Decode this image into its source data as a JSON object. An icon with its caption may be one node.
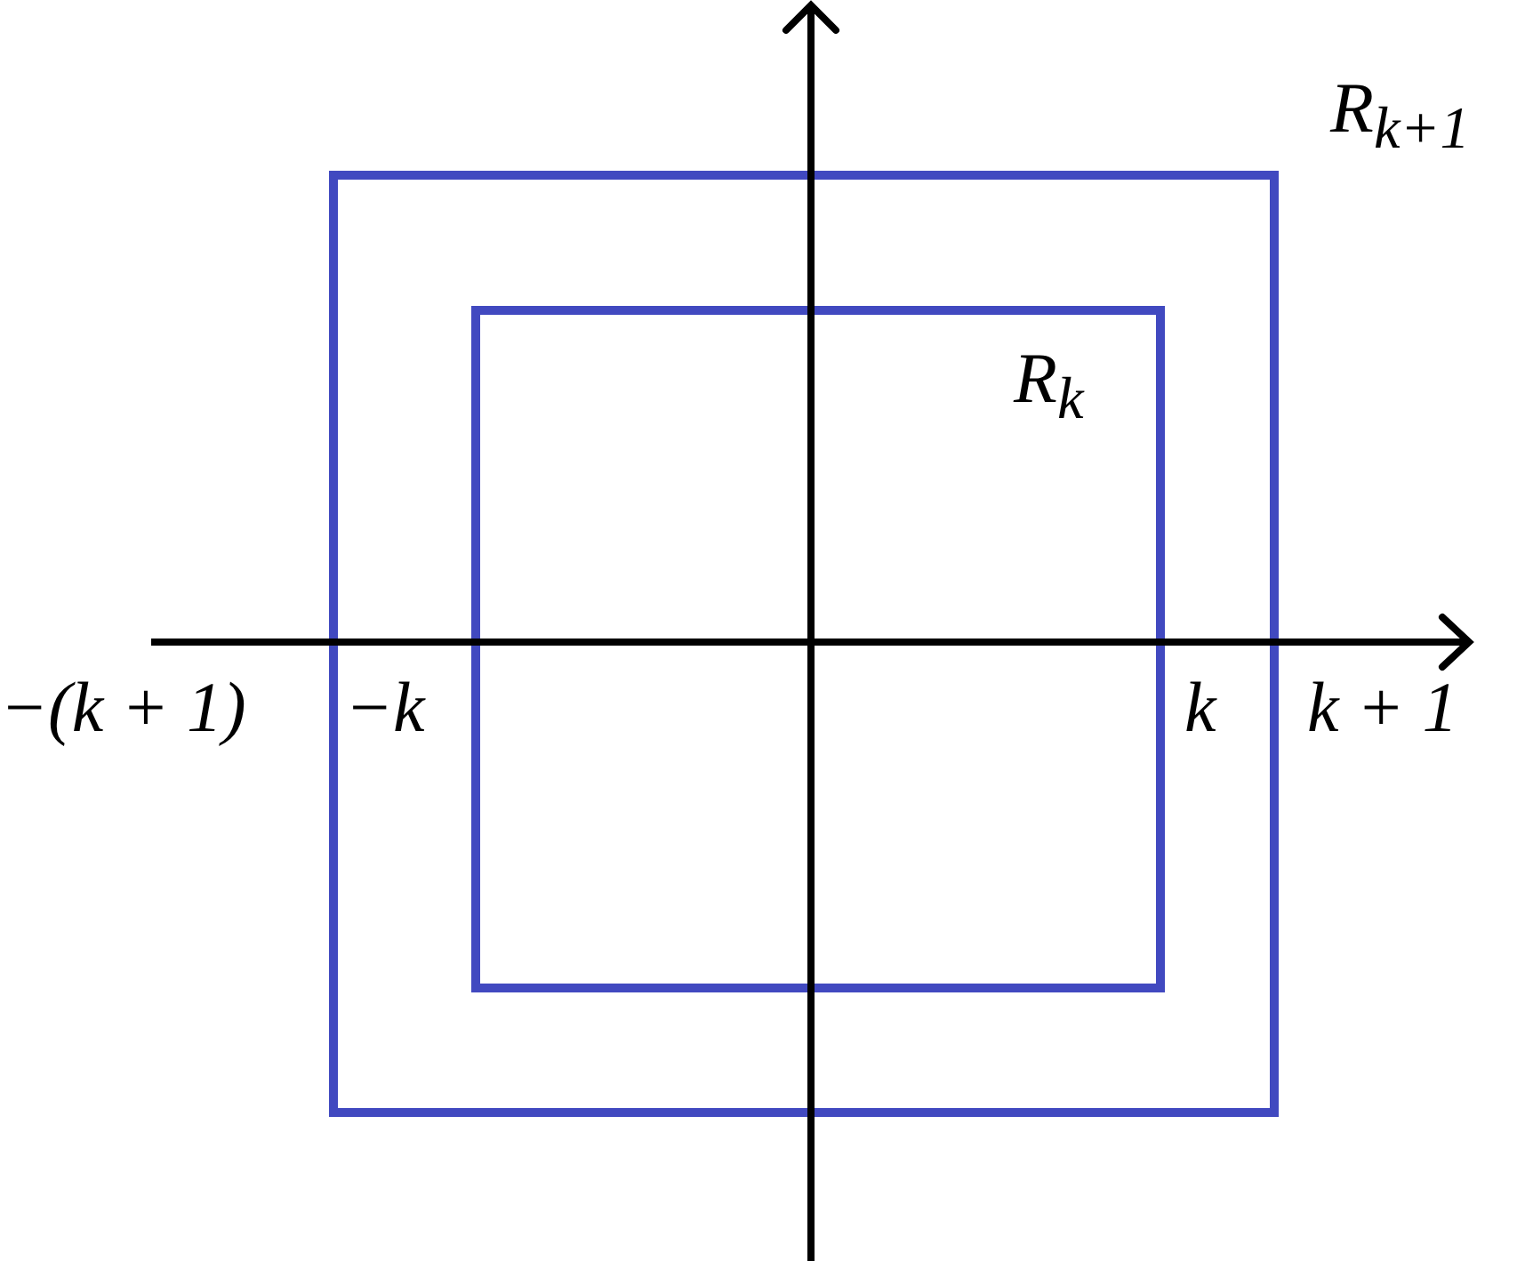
{
  "diagram": {
    "nodes": [
      {
        "text": [
          "R$_{k+1}$"
        ]
      },
      {
        "text": [
          "R$_{k}$"
        ],
        "in": 0
      }
    ],
    "labels": [
      "−(k + 1)",
      "−k",
      "k",
      "k + 1"
    ]
  }
}
